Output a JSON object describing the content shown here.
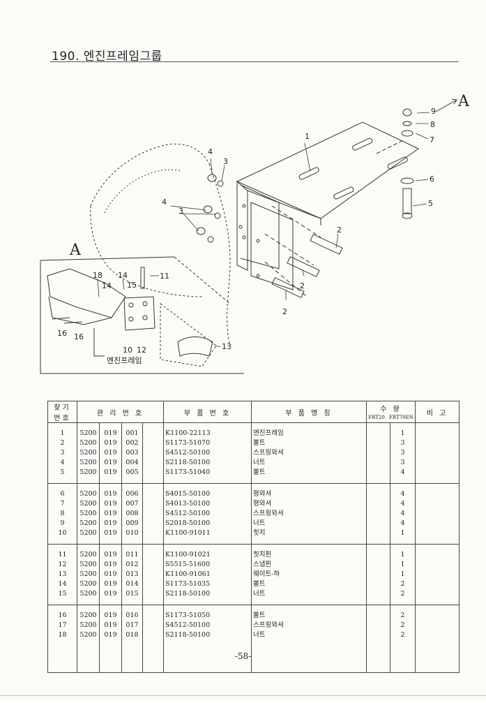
{
  "header": {
    "title": "190. 엔진프레임그룹"
  },
  "figure": {
    "view_marker": "A",
    "detail_marker": "A",
    "callouts": {
      "c1": "1",
      "c2a": "2",
      "c2b": "2",
      "c2c": "2",
      "c3a": "3",
      "c3b": "3",
      "c4a": "4",
      "c4b": "4",
      "c5": "5",
      "c6": "6",
      "c7": "7",
      "c8": "8",
      "c9": "9",
      "c10": "10",
      "c11": "11",
      "c12": "12",
      "c13": "13",
      "c14a": "14",
      "c14b": "14",
      "c15": "15",
      "c16a": "16",
      "c16b": "16",
      "c18": "18"
    },
    "frame_label": "엔진프레임"
  },
  "table": {
    "headers": {
      "no_line1": "찾기",
      "no_line2": "번호",
      "mgmt": "관 리 번 호",
      "part_no": "부 품 번 호",
      "part_name": "부 품 명 칭",
      "qty": "수 량",
      "qty_a": "FRT20",
      "qty_b": "FRT70EN",
      "remarks": "비 고"
    },
    "groups": [
      [
        {
          "no": "1",
          "m1": "5200",
          "m2": "019",
          "m3": "001",
          "part_no": "K1100-22113",
          "name": "엔진프레임",
          "qa": "",
          "qb": "1"
        },
        {
          "no": "2",
          "m1": "5200",
          "m2": "019",
          "m3": "002",
          "part_no": "S1173-51070",
          "name": "볼트",
          "qa": "",
          "qb": "3"
        },
        {
          "no": "3",
          "m1": "5200",
          "m2": "019",
          "m3": "003",
          "part_no": "S4512-50100",
          "name": "스프링와셔",
          "qa": "",
          "qb": "3"
        },
        {
          "no": "4",
          "m1": "5200",
          "m2": "019",
          "m3": "004",
          "part_no": "S2118-50100",
          "name": "너트",
          "qa": "",
          "qb": "3"
        },
        {
          "no": "5",
          "m1": "5200",
          "m2": "019",
          "m3": "005",
          "part_no": "S1173-51040",
          "name": "볼트",
          "qa": "",
          "qb": "4"
        }
      ],
      [
        {
          "no": "6",
          "m1": "5200",
          "m2": "019",
          "m3": "006",
          "part_no": "S4015-50100",
          "name": "평와셔",
          "qa": "",
          "qb": "4"
        },
        {
          "no": "7",
          "m1": "5200",
          "m2": "019",
          "m3": "007",
          "part_no": "S4013-50100",
          "name": "평와셔",
          "qa": "",
          "qb": "4"
        },
        {
          "no": "8",
          "m1": "5200",
          "m2": "019",
          "m3": "008",
          "part_no": "S4512-50100",
          "name": "스프링와셔",
          "qa": "",
          "qb": "4"
        },
        {
          "no": "9",
          "m1": "5200",
          "m2": "019",
          "m3": "009",
          "part_no": "S2018-50100",
          "name": "너트",
          "qa": "",
          "qb": "4"
        },
        {
          "no": "10",
          "m1": "5200",
          "m2": "019",
          "m3": "010",
          "part_no": "K1100-91011",
          "name": "힛치",
          "qa": "",
          "qb": "1"
        }
      ],
      [
        {
          "no": "11",
          "m1": "5200",
          "m2": "019",
          "m3": "011",
          "part_no": "K1100-91021",
          "name": "힛치핀",
          "qa": "",
          "qb": "1"
        },
        {
          "no": "12",
          "m1": "5200",
          "m2": "019",
          "m3": "012",
          "part_no": "S5515-51600",
          "name": "스냅핀",
          "qa": "",
          "qb": "1"
        },
        {
          "no": "13",
          "m1": "5200",
          "m2": "019",
          "m3": "013",
          "part_no": "K1100-91061",
          "name": "웨이트-하",
          "qa": "",
          "qb": "1"
        },
        {
          "no": "14",
          "m1": "5200",
          "m2": "019",
          "m3": "014",
          "part_no": "S1173-51035",
          "name": "볼트",
          "qa": "",
          "qb": "2"
        },
        {
          "no": "15",
          "m1": "5200",
          "m2": "019",
          "m3": "015",
          "part_no": "S2118-50100",
          "name": "너트",
          "qa": "",
          "qb": "2"
        }
      ],
      [
        {
          "no": "16",
          "m1": "5200",
          "m2": "019",
          "m3": "016",
          "part_no": "S1173-51050",
          "name": "볼트",
          "qa": "",
          "qb": "2"
        },
        {
          "no": "17",
          "m1": "5200",
          "m2": "019",
          "m3": "017",
          "part_no": "S4512-50100",
          "name": "스프링와셔",
          "qa": "",
          "qb": "2"
        },
        {
          "no": "18",
          "m1": "5200",
          "m2": "019",
          "m3": "018",
          "part_no": "S2118-50100",
          "name": "너트",
          "qa": "",
          "qb": "2"
        }
      ]
    ]
  },
  "footer": {
    "page_number": "-58-"
  }
}
